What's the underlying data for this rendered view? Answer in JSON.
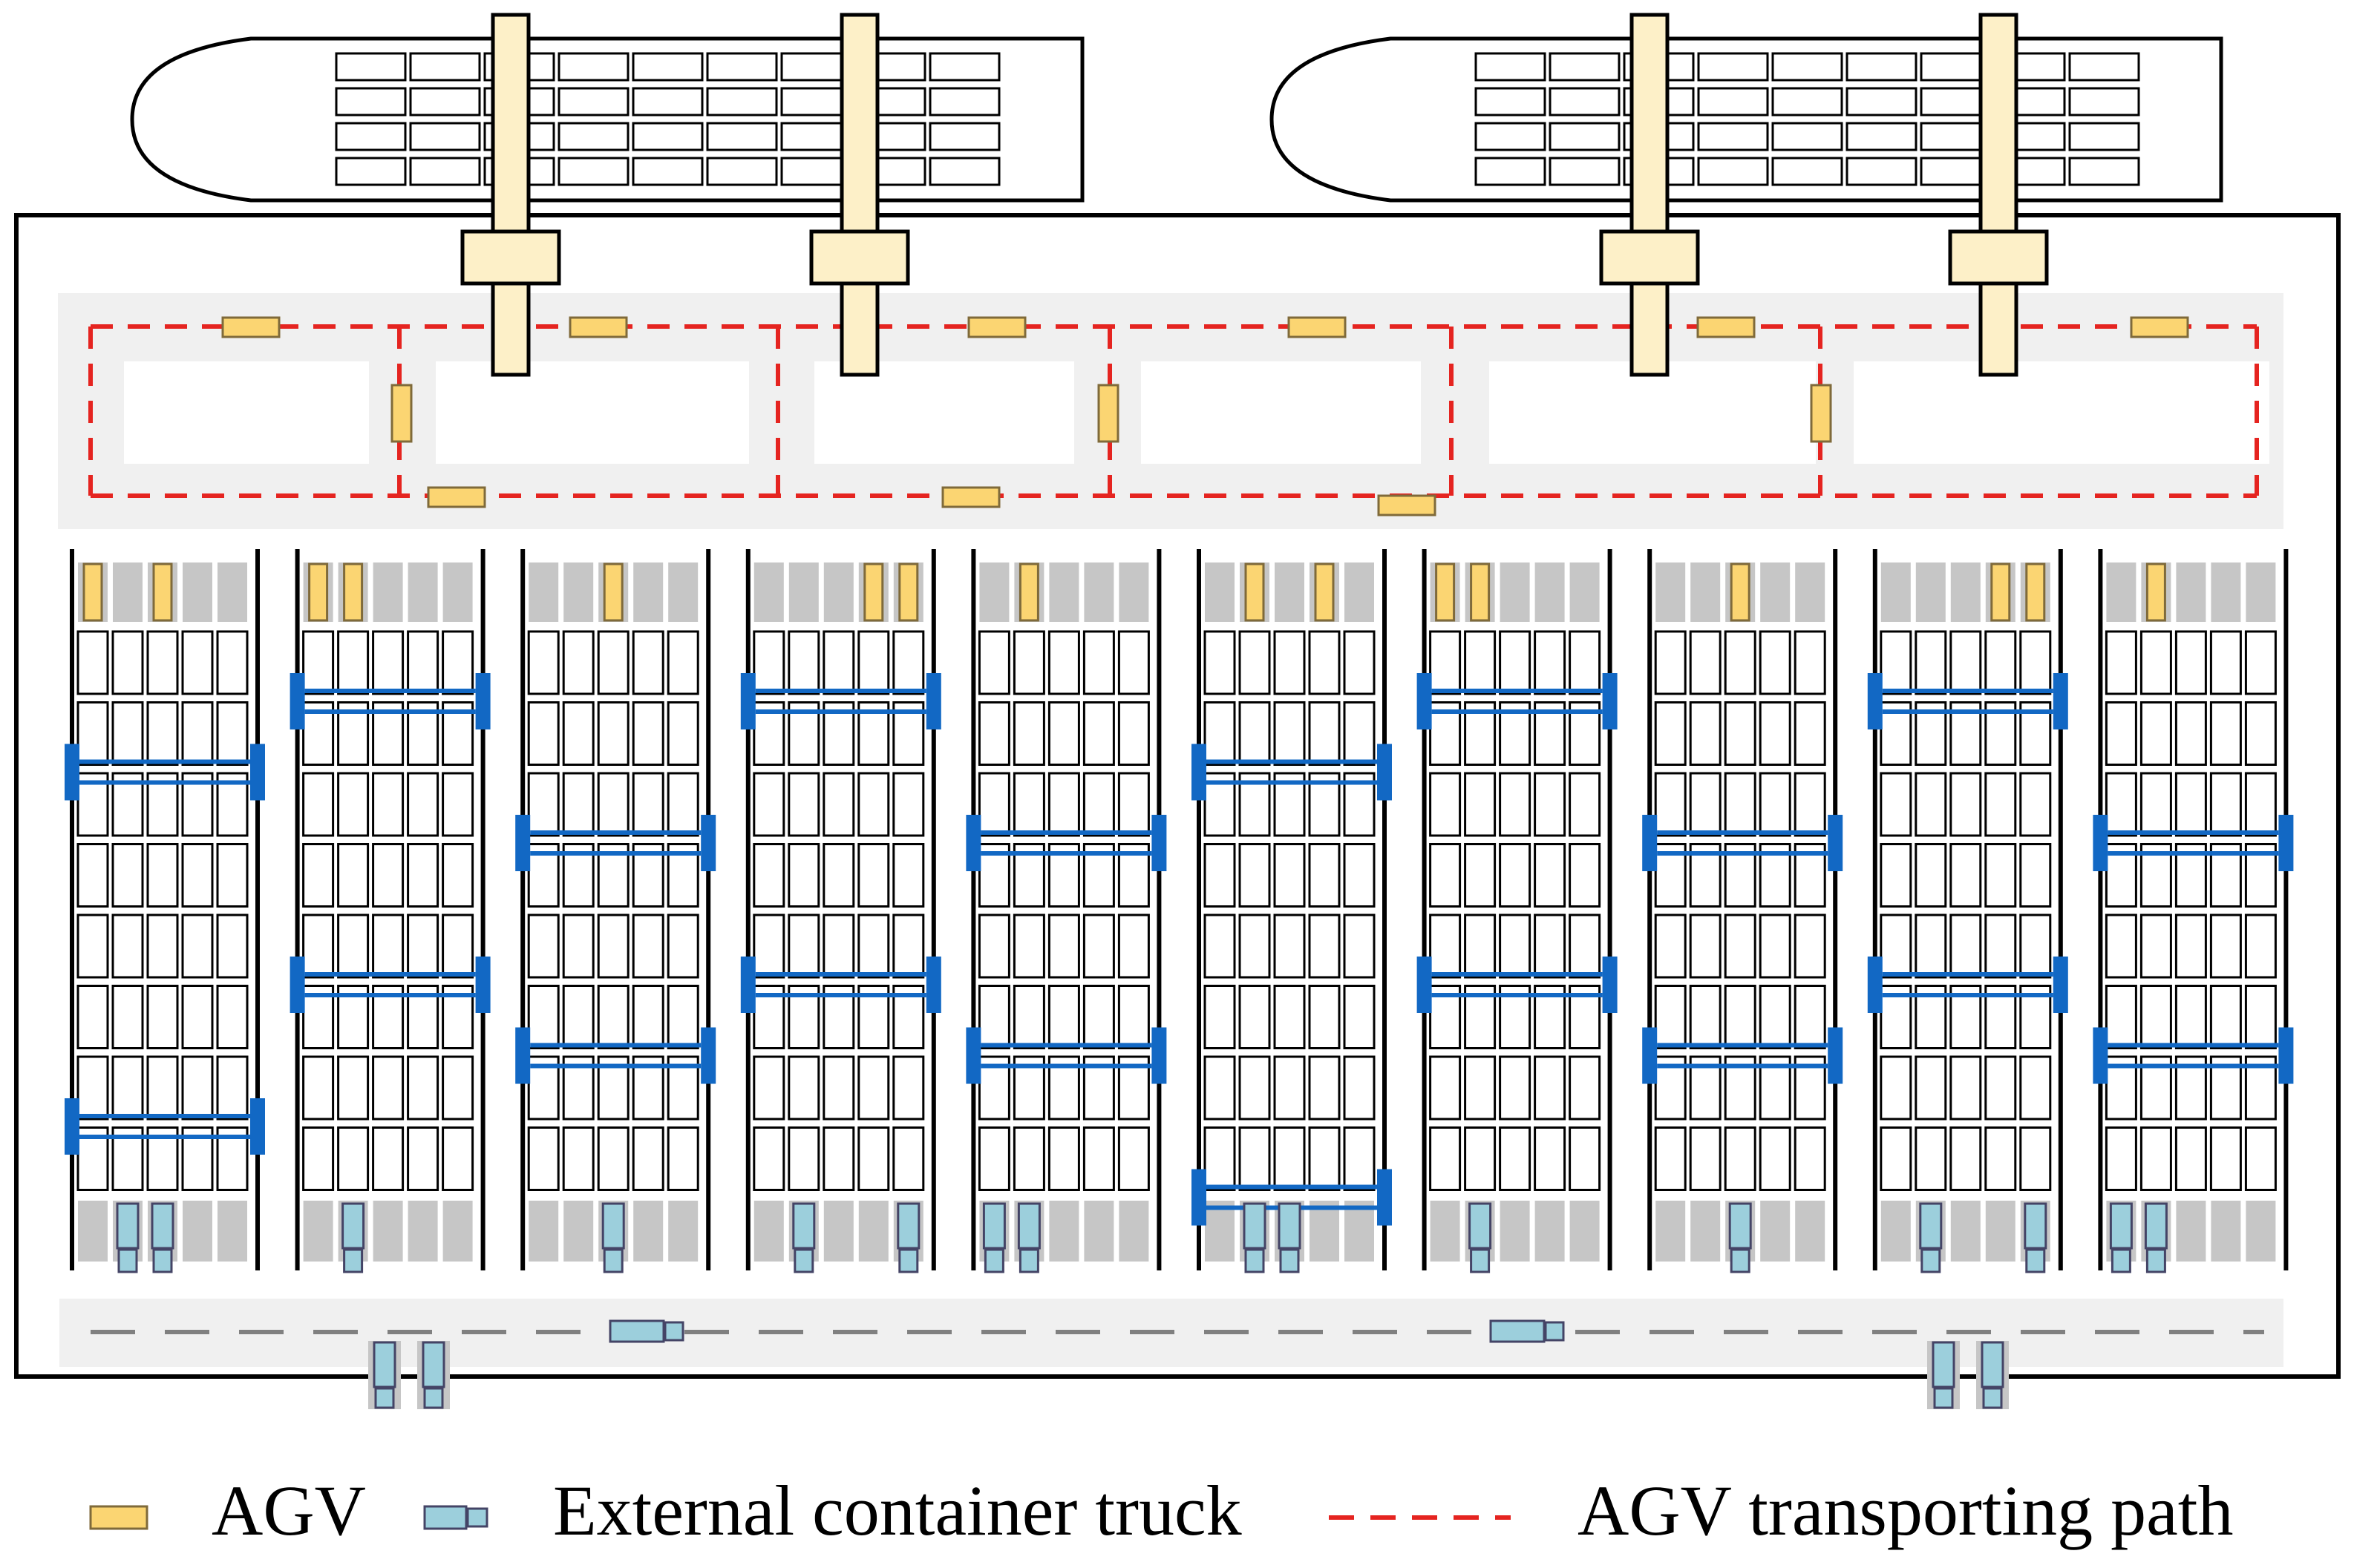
{
  "diagram": {
    "colors": {
      "agv_fill": "#FBD572",
      "agv_stroke": "#7F6A3A",
      "path": "#E52420",
      "crane_fill": "#FDF0C8",
      "yard_crane": "#1268C4",
      "truck_fill": "#9CCFDC",
      "block_gray": "#C6C6C6",
      "area_gray": "#F0F0F0",
      "road_line": "#808080"
    },
    "ships": 2,
    "quay_cranes": 4,
    "yard_blocks": 10
  },
  "legend": {
    "agv_icon": "agv-icon",
    "agv_label": "AGV",
    "truck_icon": "container-truck-icon",
    "truck_label": "External container truck",
    "path_icon": "dashed-line-icon",
    "path_label": "AGV transporting path"
  }
}
